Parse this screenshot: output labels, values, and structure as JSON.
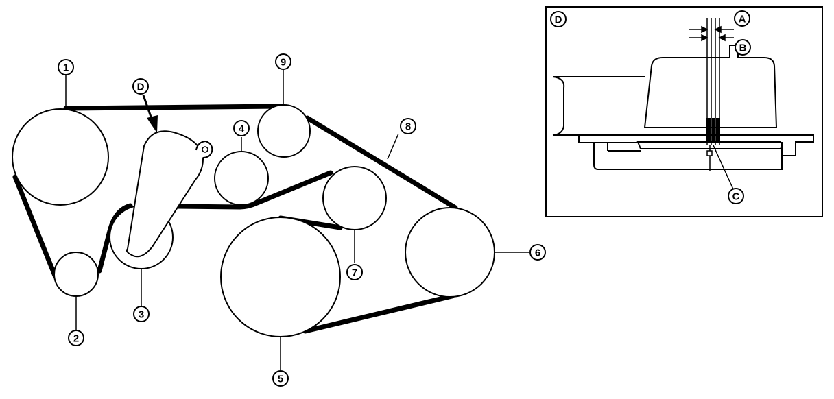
{
  "callouts": {
    "c1": "1",
    "c2": "2",
    "c3": "3",
    "c4": "4",
    "c5": "5",
    "c6": "6",
    "c7": "7",
    "c8": "8",
    "c9": "9",
    "detail_arrow": "D"
  },
  "inset": {
    "label": "D",
    "marks": {
      "a": "A",
      "b": "B",
      "c": "C"
    }
  },
  "colors": {
    "line": "#000000",
    "background": "#ffffff"
  }
}
